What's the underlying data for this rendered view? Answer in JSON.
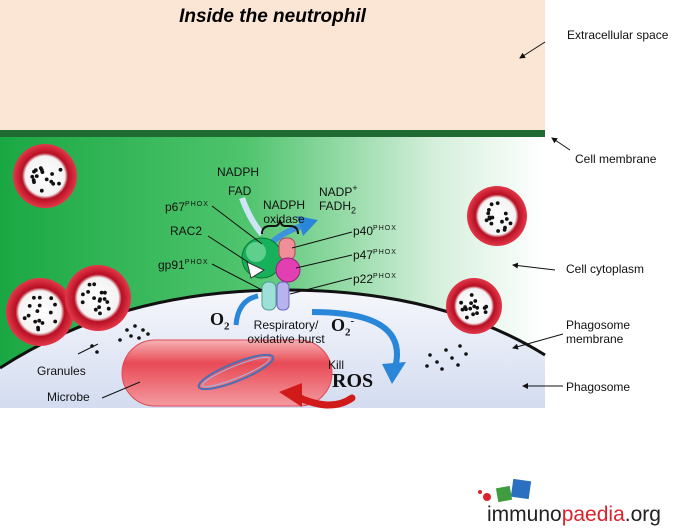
{
  "title": "Inside the neutrophil",
  "regions": {
    "extracellular": "Extracellular space",
    "cell_membrane": "Cell membrane",
    "cell_cytoplasm": "Cell cytoplasm",
    "phagosome_membrane": "Phagosome membrane",
    "phagosome": "Phagosome"
  },
  "labels": {
    "nadph": "NADPH",
    "fad": "FAD",
    "nadph_oxidase": "NADPH oxidase",
    "nadp": "NADP",
    "nadp_sup": "+",
    "fadh2": "FADH",
    "fadh2_sub": "2",
    "p67": "p67",
    "p67_sup": "PHOX",
    "rac2": "RAC2",
    "gp91": "gp91",
    "gp91_sup": "PHOX",
    "p40": "p40",
    "p40_sup": "PHOX",
    "p47": "p47",
    "p47_sup": "PHOX",
    "p22": "p22",
    "p22_sup": "PHOX",
    "o2": "O",
    "o2_sub": "2",
    "superoxide": "O",
    "superoxide_sub": "2",
    "superoxide_sup": "-",
    "burst": "Respiratory/ oxidative burst",
    "kill": "Kill",
    "ros": "ROS",
    "granules": "Granules",
    "microbe": "Microbe"
  },
  "logo": {
    "part1": "immuno",
    "part2": "paedia",
    "part3": ".org"
  },
  "colors": {
    "extracellular_bg": "#fbe5d4",
    "membrane": "#1f6b32",
    "cytoplasm_dark": "#1db04a",
    "phagosome_bg": "#dbe2f3",
    "granule": "#c8102e",
    "microbe": "#e8454f",
    "accent_red": "#d9232d"
  }
}
